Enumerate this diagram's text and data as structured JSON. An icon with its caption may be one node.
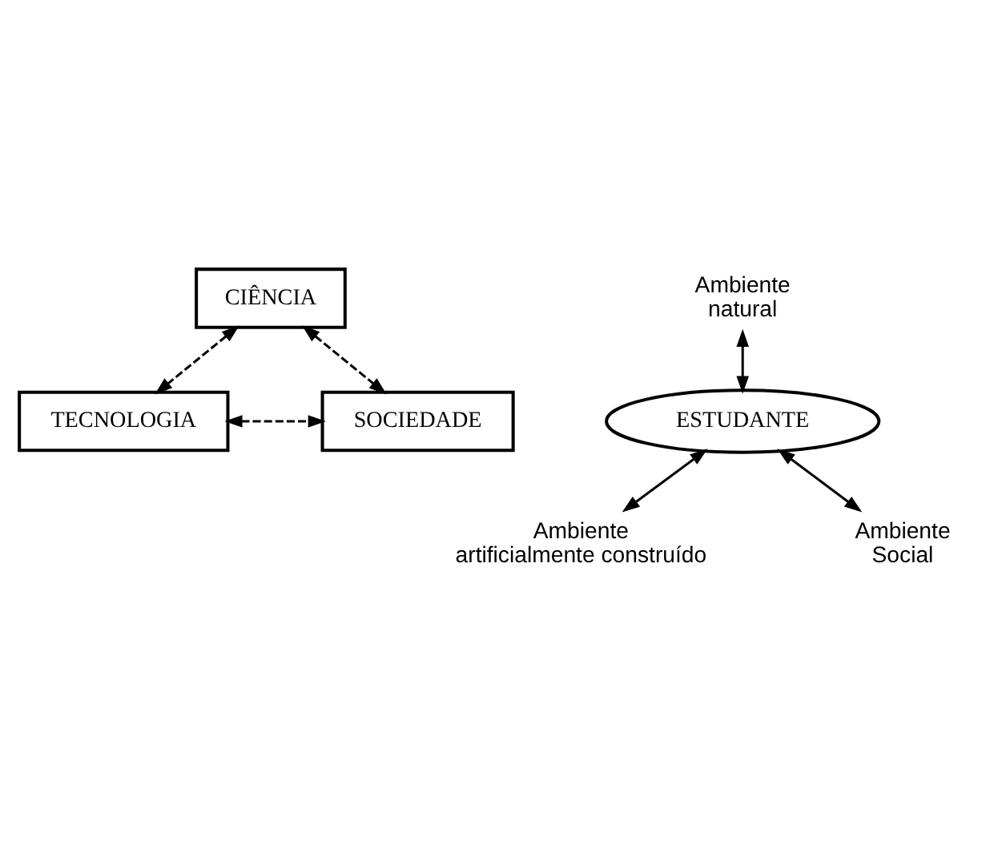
{
  "diagram": {
    "nodes": [
      {
        "text": [
          "CIÊNCIA"
        ]
      },
      {
        "text": [
          "Ambiente natural"
        ]
      },
      {
        "text": [
          "ESTUDANTE"
        ]
      },
      {
        "text": [
          "Ambiente artificialmente construído"
        ]
      },
      {
        "text": [
          "Ambiente Social"
        ]
      },
      {
        "text": [
          "TECNOLOGIA"
        ]
      },
      {
        "text": [
          "SOCIEDADE"
        ]
      }
    ],
    "edges": [
      {
        "from": 0,
        "to": 5,
        "arrow": "both",
        "style": "dashed"
      },
      {
        "from": 0,
        "to": 6,
        "arrow": "both",
        "style": "dashed"
      },
      {
        "from": 1,
        "to": 2,
        "arrow": "both"
      },
      {
        "from": 2,
        "to": 3,
        "arrow": "both"
      },
      {
        "from": 2,
        "to": 4,
        "arrow": "both"
      },
      {
        "from": 5,
        "to": 6,
        "arrow": "both",
        "style": "dashed"
      }
    ]
  }
}
